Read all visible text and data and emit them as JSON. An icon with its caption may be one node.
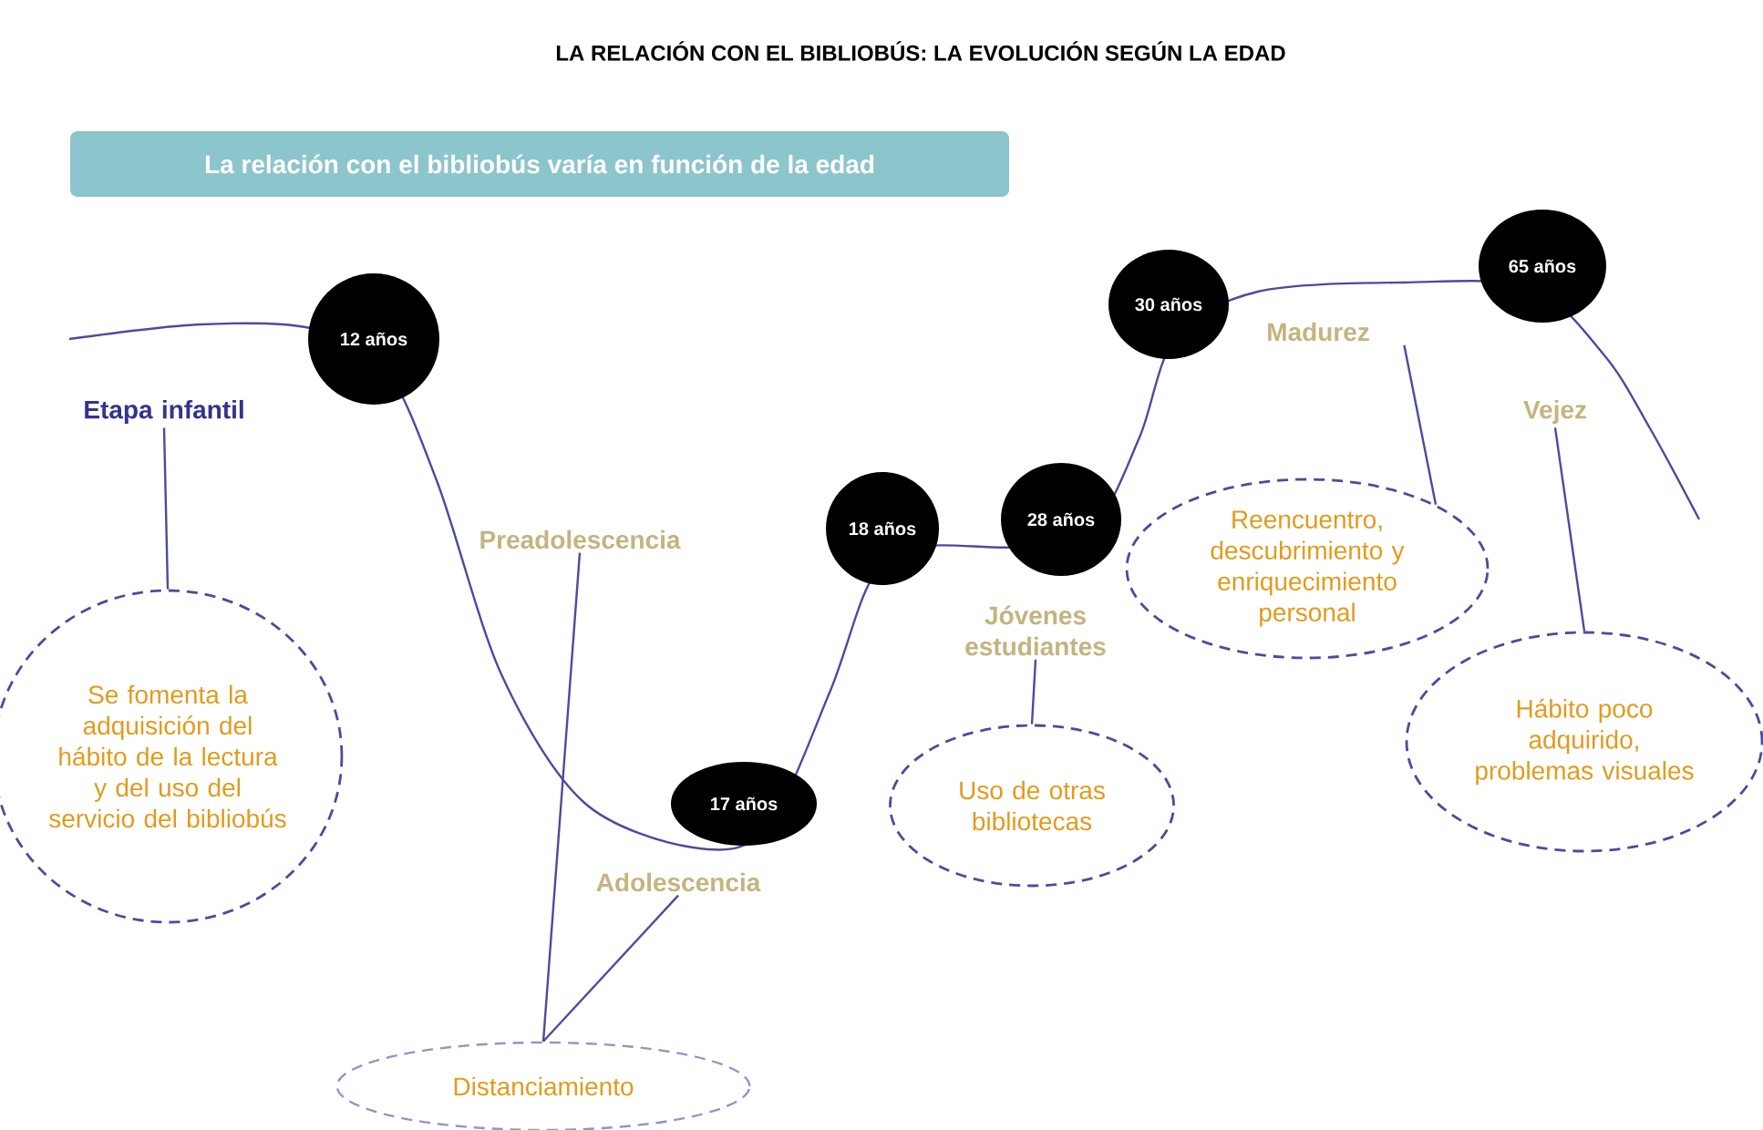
{
  "diagram": {
    "title": "LA RELACIÓN CON EL BIBLIOBÚS: LA EVOLUCIÓN SEGÚN LA EDAD",
    "nodes": [
      {
        "text": [
          "La relación con el bibliobús varía en función de la edad"
        ]
      },
      {
        "text": [
          "12 años"
        ]
      },
      {
        "text": [
          "17 años"
        ]
      },
      {
        "text": [
          "18 años"
        ]
      },
      {
        "text": [
          "28 años"
        ]
      },
      {
        "text": [
          "30 años"
        ]
      },
      {
        "text": [
          "65 años"
        ]
      },
      {
        "text": [
          "Etapa infantil"
        ]
      },
      {
        "text": [
          "Preadolescencia"
        ]
      },
      {
        "text": [
          "Adolescencia"
        ]
      },
      {
        "text": [
          "Jóvenes estudiantes"
        ]
      },
      {
        "text": [
          "Madurez"
        ]
      },
      {
        "text": [
          "Vejez"
        ]
      },
      {
        "text": [
          "Se fomenta la adquisición del hábito de la lectura y del uso del servicio del bibliobús"
        ]
      },
      {
        "text": [
          "Distanciamiento"
        ]
      },
      {
        "text": [
          "Uso de otras bibliotecas"
        ]
      },
      {
        "text": [
          "Reencuentro, descubrimiento y enriquecimiento personal"
        ]
      },
      {
        "text": [
          "Hábito poco adquirido, problemas visuales"
        ]
      }
    ],
    "edges": [
      {
        "from": 7,
        "to": 13,
        "arrow": "none"
      },
      {
        "from": 8,
        "to": 14,
        "arrow": "none"
      },
      {
        "from": 9,
        "to": 14,
        "arrow": "none"
      },
      {
        "from": 10,
        "to": 15,
        "arrow": "none"
      },
      {
        "from": 11,
        "to": 16,
        "arrow": "none"
      },
      {
        "from": 12,
        "to": 17,
        "arrow": "none"
      }
    ]
  }
}
